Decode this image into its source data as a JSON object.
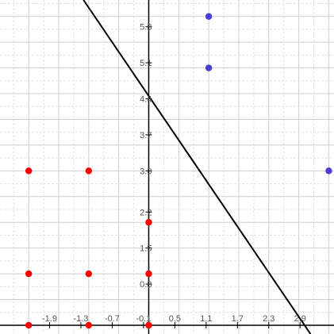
{
  "chart_data": {
    "type": "scatter",
    "title": "",
    "xlabel": "",
    "ylabel": "",
    "xlim": [
      -2.85,
      3.55
    ],
    "ylim": [
      -0.17,
      6.32
    ],
    "grid": true,
    "x_tick_labels": [
      {
        "value": -1.9,
        "text": "-1.9"
      },
      {
        "value": -1.3,
        "text": "-1.3"
      },
      {
        "value": -0.7,
        "text": "-0.7"
      },
      {
        "value": -0.1,
        "text": "-0.1"
      },
      {
        "value": 0.5,
        "text": "0.5"
      },
      {
        "value": 1.1,
        "text": "1.1"
      },
      {
        "value": 1.7,
        "text": "1.7"
      },
      {
        "value": 2.3,
        "text": "2.3"
      },
      {
        "value": 2.9,
        "text": "2.9"
      }
    ],
    "y_tick_labels": [
      {
        "value": 0.8,
        "text": "0.8"
      },
      {
        "value": 1.5,
        "text": "1.5"
      },
      {
        "value": 2.2,
        "text": "2.2"
      },
      {
        "value": 3.0,
        "text": "3.0"
      },
      {
        "value": 3.7,
        "text": "3.7"
      },
      {
        "value": 4.4,
        "text": "4.4"
      },
      {
        "value": 5.1,
        "text": "5.1"
      },
      {
        "value": 5.8,
        "text": "5.8"
      }
    ],
    "series": [
      {
        "color": "#ff0000",
        "points": [
          {
            "x": -2.3,
            "y": 3.0
          },
          {
            "x": -1.15,
            "y": 3.0
          },
          {
            "x": -2.3,
            "y": 1.0
          },
          {
            "x": -1.15,
            "y": 1.0
          },
          {
            "x": 0.0,
            "y": 2.0
          },
          {
            "x": 0.0,
            "y": 1.0
          },
          {
            "x": -2.3,
            "y": 0.0
          },
          {
            "x": -1.15,
            "y": 0.0
          },
          {
            "x": 0.0,
            "y": 0.0
          }
        ]
      },
      {
        "color": "#4a3fd1",
        "points": [
          {
            "x": 1.15,
            "y": 6.0
          },
          {
            "x": 1.15,
            "y": 5.0
          },
          {
            "x": 3.45,
            "y": 3.0
          }
        ]
      }
    ],
    "line": {
      "color": "#000000",
      "points": [
        {
          "x": -1.25,
          "y": 6.32
        },
        {
          "x": 3.1,
          "y": -0.17
        }
      ]
    }
  }
}
